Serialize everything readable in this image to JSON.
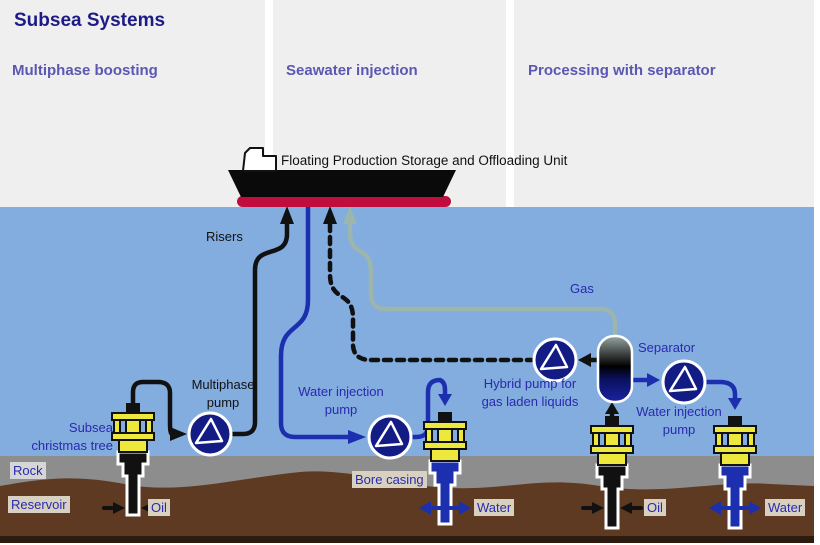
{
  "title": "Subsea Systems",
  "sections": [
    {
      "label": "Multiphase boosting"
    },
    {
      "label": "Seawater injection"
    },
    {
      "label": "Processing with separator"
    }
  ],
  "vessel": {
    "label": "Floating Production Storage and Offloading Unit"
  },
  "flow_labels": {
    "risers": "Risers",
    "gas": "Gas"
  },
  "equipment": {
    "subsea_tree": {
      "line1": "Subsea",
      "line2": "christmas tree"
    },
    "multiphase_pump": {
      "line1": "Multiphase",
      "line2": "pump"
    },
    "water_injection_pump_mid": {
      "line1": "Water injection",
      "line2": "pump"
    },
    "hybrid_pump": {
      "line1": "Hybrid pump for",
      "line2": "gas laden liquids"
    },
    "separator": "Separator",
    "water_injection_pump_right": {
      "line1": "Water injection",
      "line2": "pump"
    }
  },
  "ground": {
    "rock": "Rock",
    "reservoir": "Reservoir",
    "bore_casing": "Bore casing",
    "oil": "Oil",
    "water": "Water"
  },
  "colors": {
    "header_gray": "#efefef",
    "water": "#83acdf",
    "rock": "#8d8d8d",
    "reservoir": "#5e3a22",
    "reservoir_dark_band": "#2d1b10",
    "ship_hull": "#0a0a0a",
    "ship_keel": "#c00d3d",
    "pipe_black": "#111111",
    "pipe_blue": "#1c2fae",
    "gas_line": "#9cb6ab",
    "pump_navy": "#131c85",
    "tree_yellow": "#ece93c",
    "title_navy": "#1e1b87",
    "section_purple": "#5b57b2",
    "label_blue": "#2a2aad",
    "label_box_tan": "#d8d1c2",
    "label_box_gray": "#d6d6d6"
  }
}
